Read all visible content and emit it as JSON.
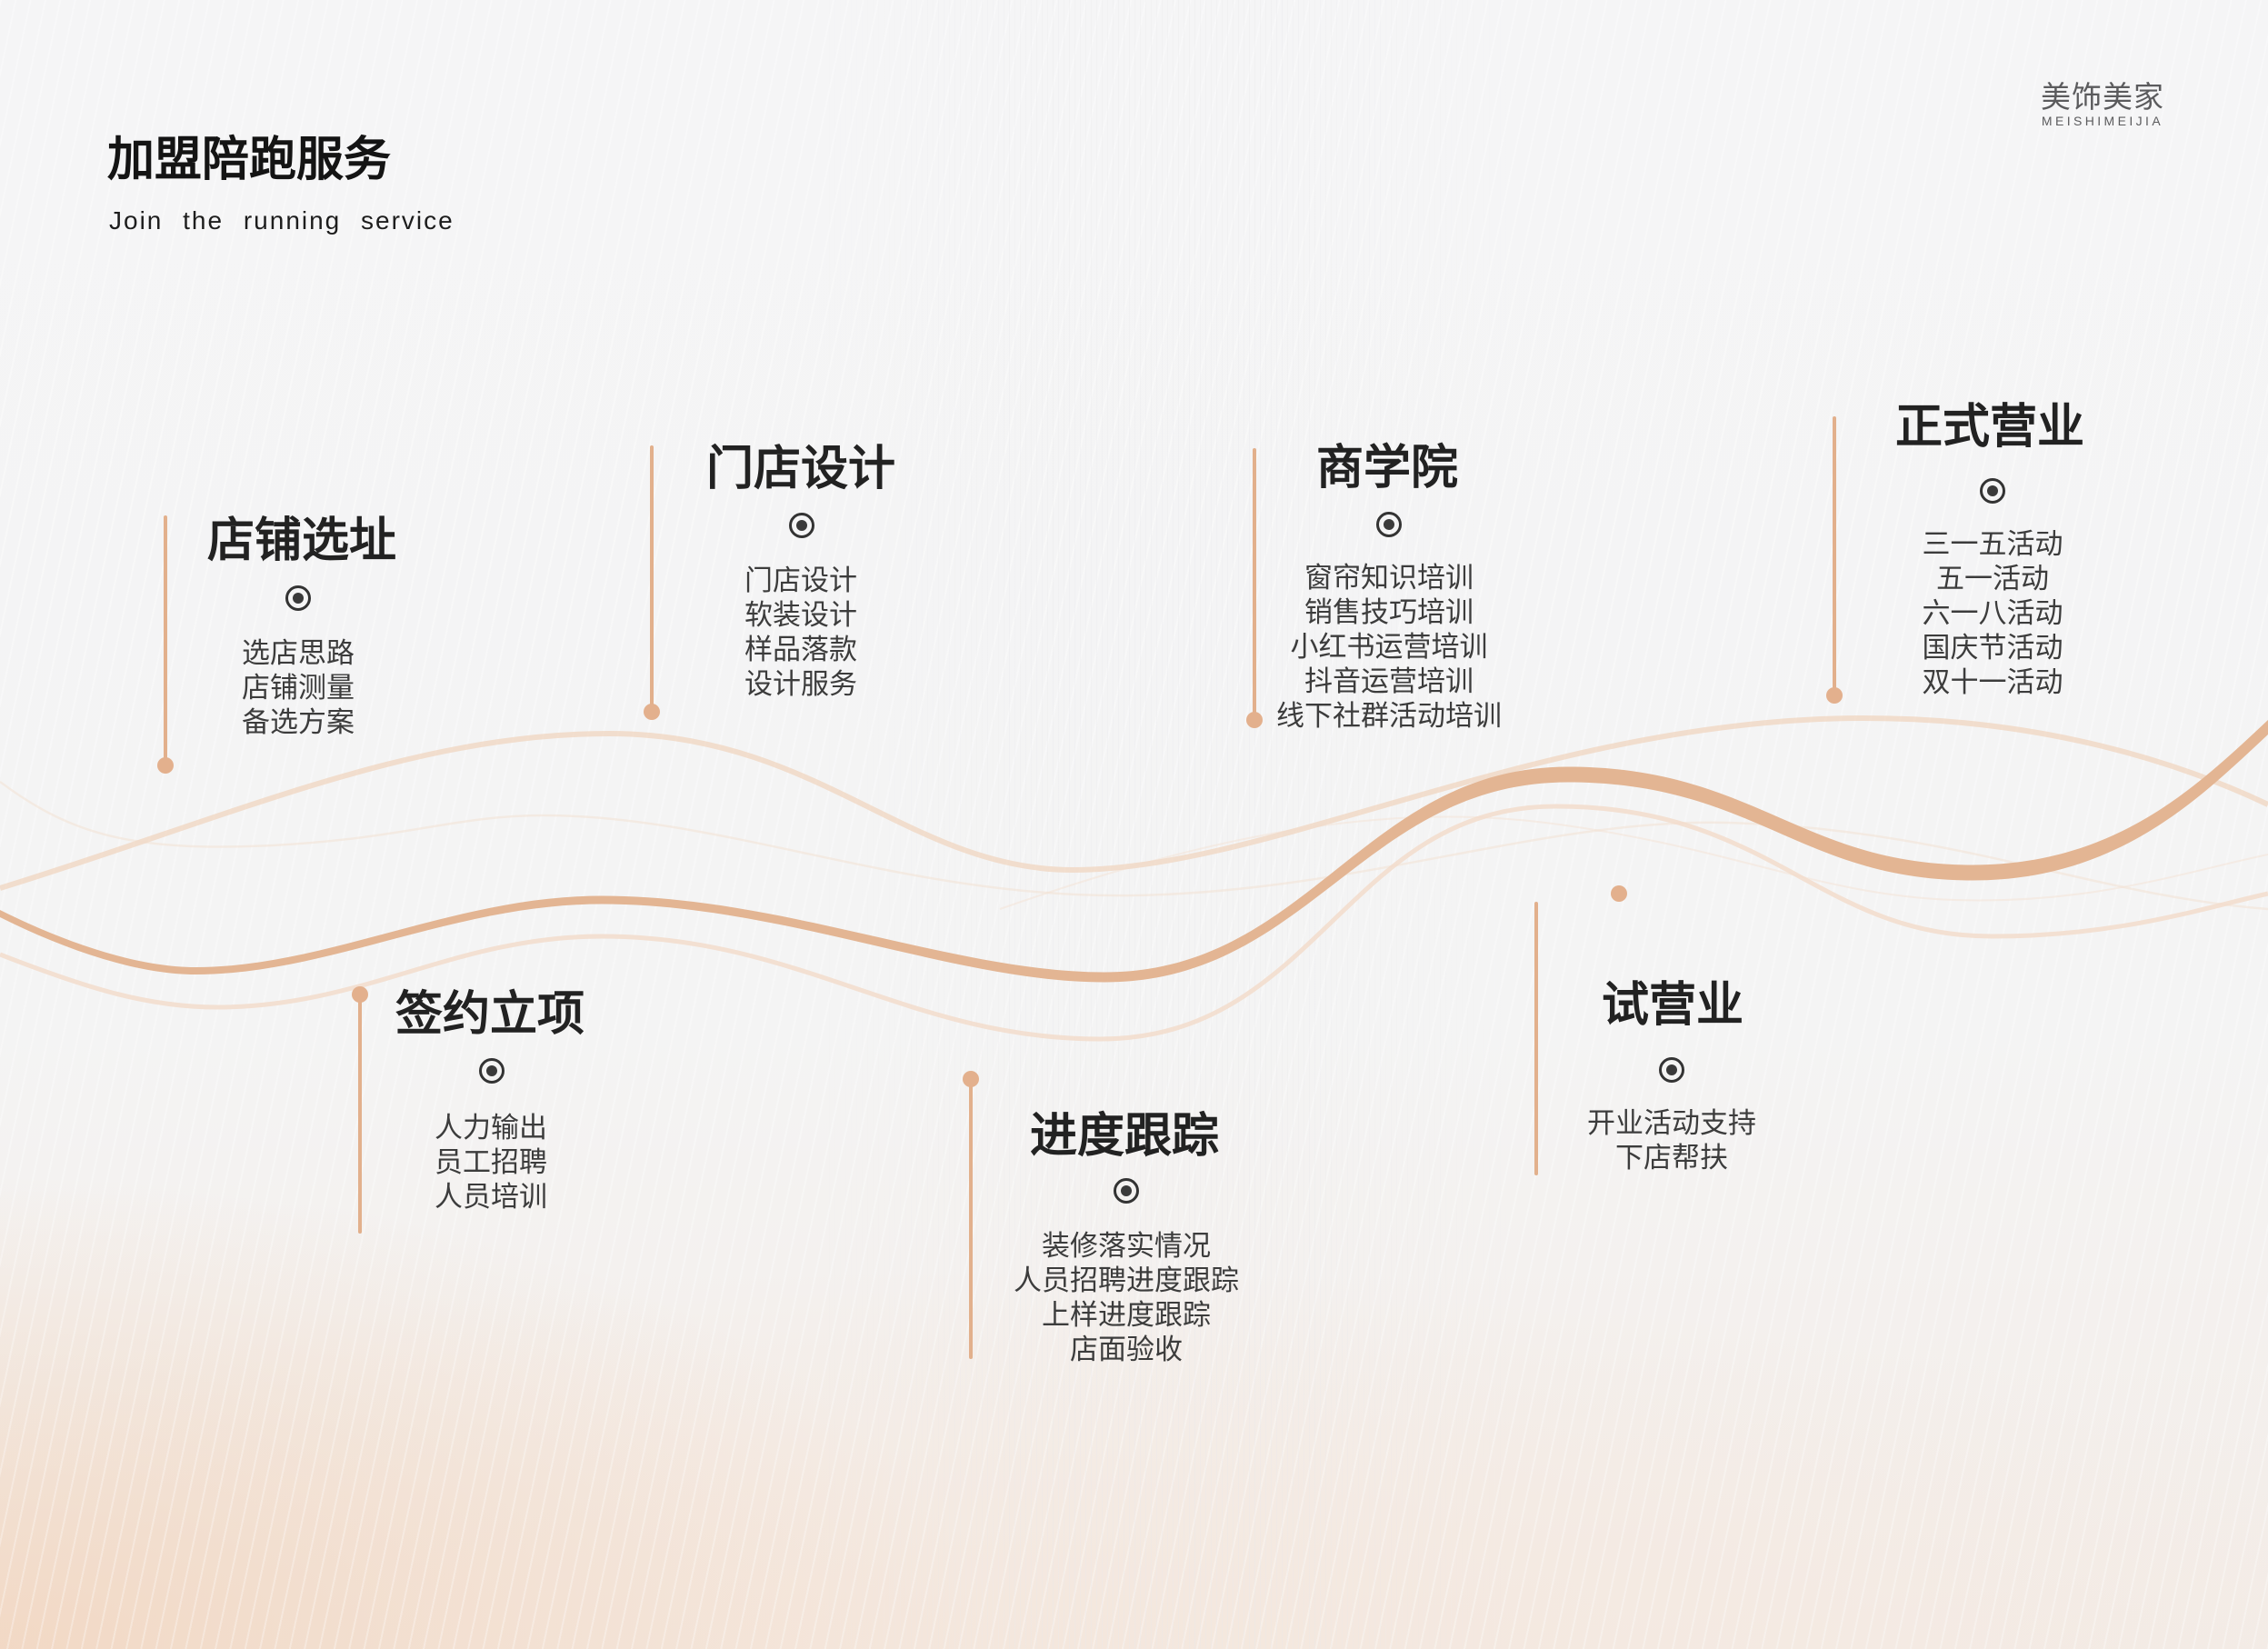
{
  "header": {
    "title": "加盟陪跑服务",
    "subtitle": "Join the running service"
  },
  "logo": {
    "name_cn": "美饰美家",
    "name_en": "MEISHIMEIJIA"
  },
  "colors": {
    "accent": "#e2b08c",
    "accent_light": "#f2dccb",
    "title_text": "#222222",
    "body_text": "#3c3c3c",
    "background": "#f4f4f5"
  },
  "steps": [
    {
      "position": "top",
      "title": "店铺选址",
      "icon": "radio-dot-icon",
      "items": [
        "选店思路",
        "店铺测量",
        "备选方案"
      ]
    },
    {
      "position": "bottom",
      "title": "签约立项",
      "icon": "radio-dot-icon",
      "items": [
        "人力输出",
        "员工招聘",
        "人员培训"
      ]
    },
    {
      "position": "top",
      "title": "门店设计",
      "icon": "radio-dot-icon",
      "items": [
        "门店设计",
        "软装设计",
        "样品落款",
        "设计服务"
      ]
    },
    {
      "position": "bottom",
      "title": "进度跟踪",
      "icon": "radio-dot-icon",
      "items": [
        "装修落实情况",
        "人员招聘进度跟踪",
        "上样进度跟踪",
        "店面验收"
      ]
    },
    {
      "position": "top",
      "title": "商学院",
      "icon": "radio-dot-icon",
      "items": [
        "窗帘知识培训",
        "销售技巧培训",
        "小红书运营培训",
        "抖音运营培训",
        "线下社群活动培训"
      ]
    },
    {
      "position": "bottom",
      "title": "试营业",
      "icon": "radio-dot-icon",
      "items": [
        "开业活动支持",
        "下店帮扶"
      ]
    },
    {
      "position": "top",
      "title": "正式营业",
      "icon": "radio-dot-icon",
      "items": [
        "三一五活动",
        "五一活动",
        "六一八活动",
        "国庆节活动",
        "双十一活动"
      ]
    }
  ]
}
